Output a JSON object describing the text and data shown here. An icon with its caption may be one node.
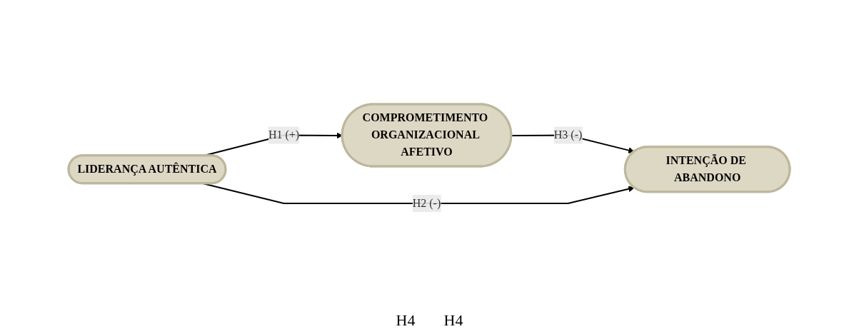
{
  "diagram": {
    "nodes": [
      {
        "text": [
          "COMPROMETIMENTO ORGANIZACIONAL AFETIVO"
        ]
      },
      {
        "text": [
          "LIDERANÇA AUTÊNTICA"
        ]
      },
      {
        "text": [
          "INTENÇÃO DE ABANDONO"
        ]
      }
    ],
    "edges": [
      {
        "from": 1,
        "to": 0,
        "arrow": "to",
        "label": "H1 (+)"
      },
      {
        "from": 0,
        "to": 2,
        "arrow": "to",
        "label": "H3 (-)"
      },
      {
        "from": 1,
        "to": 2,
        "arrow": "to",
        "label": "H2 (-)"
      }
    ],
    "labels": [
      "H4",
      "H4"
    ]
  }
}
